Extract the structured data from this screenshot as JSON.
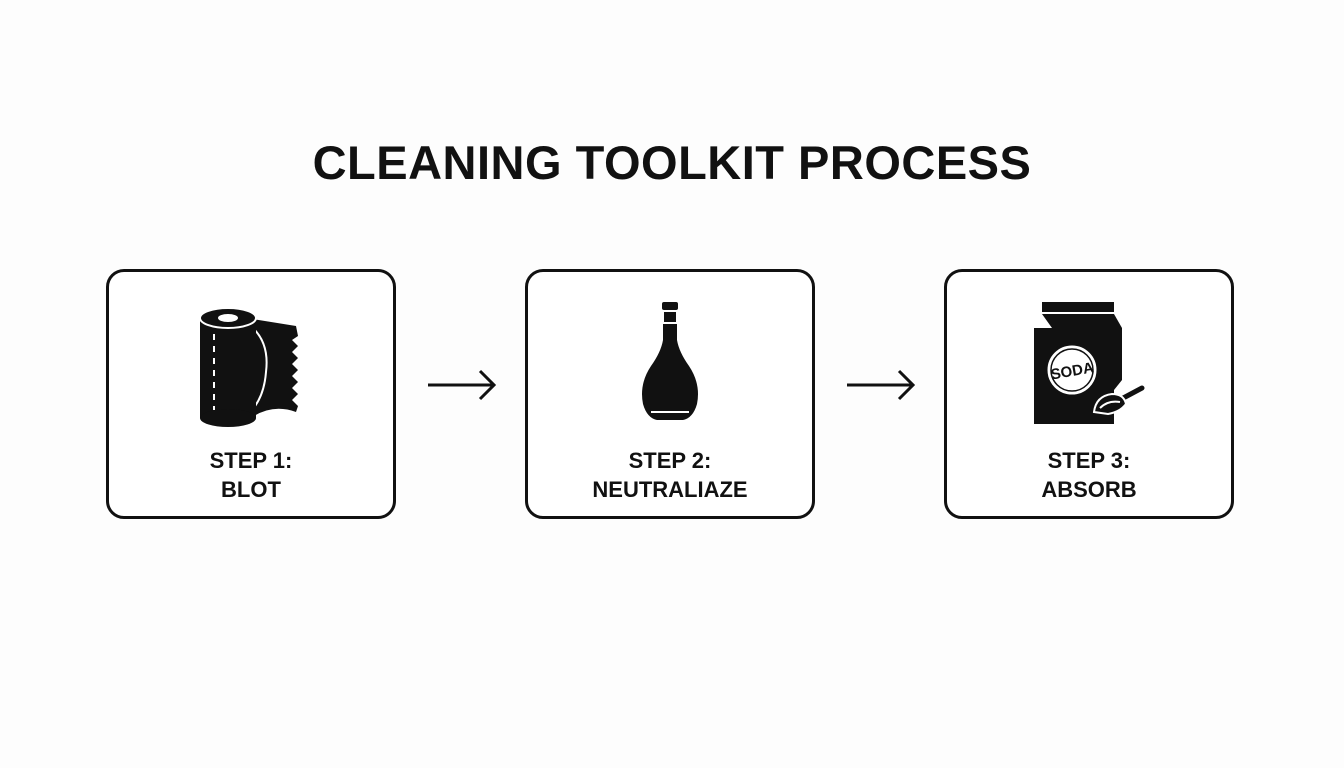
{
  "title": "CLEANING TOOLKIT PROCESS",
  "steps": [
    {
      "step": "STEP 1:",
      "action": "BLOT",
      "icon": "paper-towel-roll-icon"
    },
    {
      "step": "STEP 2:",
      "action": "NEUTRALIAZE",
      "icon": "vinegar-bottle-icon"
    },
    {
      "step": "STEP 3:",
      "action": "ABSORB",
      "icon": "baking-soda-box-icon",
      "icon_text": "SODA"
    }
  ],
  "arrows": [
    "arrow-right-icon",
    "arrow-right-icon"
  ],
  "colors": {
    "ink": "#111111",
    "background": "#fdfdfd"
  }
}
